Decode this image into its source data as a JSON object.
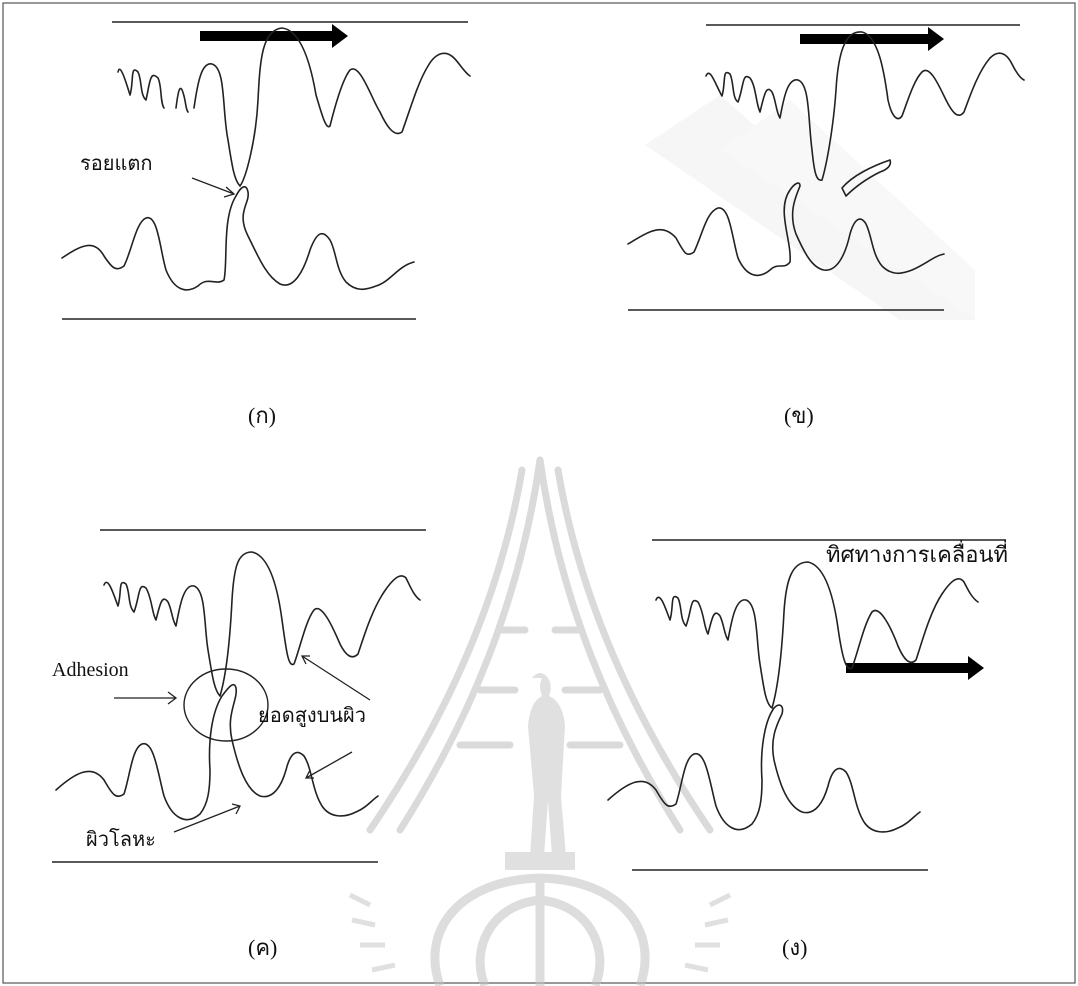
{
  "panels": {
    "a": {
      "caption": "(ก)",
      "crack_label": "รอยแตก"
    },
    "b": {
      "caption": "(ข)"
    },
    "c": {
      "caption": "(ค)",
      "adhesion_label": "Adhesion",
      "asperity_label": "ยอดสูงบนผิว",
      "metal_surface_label": "ผิวโลหะ"
    },
    "d": {
      "caption": "(ง)",
      "direction_label": "ทิศทางการเคลื่อนที่"
    }
  },
  "colors": {
    "ink": "#222222",
    "watermark": "#c8c8c8",
    "frame": "#555555"
  },
  "watermark": {
    "icon": "university-emblem-watermark"
  }
}
